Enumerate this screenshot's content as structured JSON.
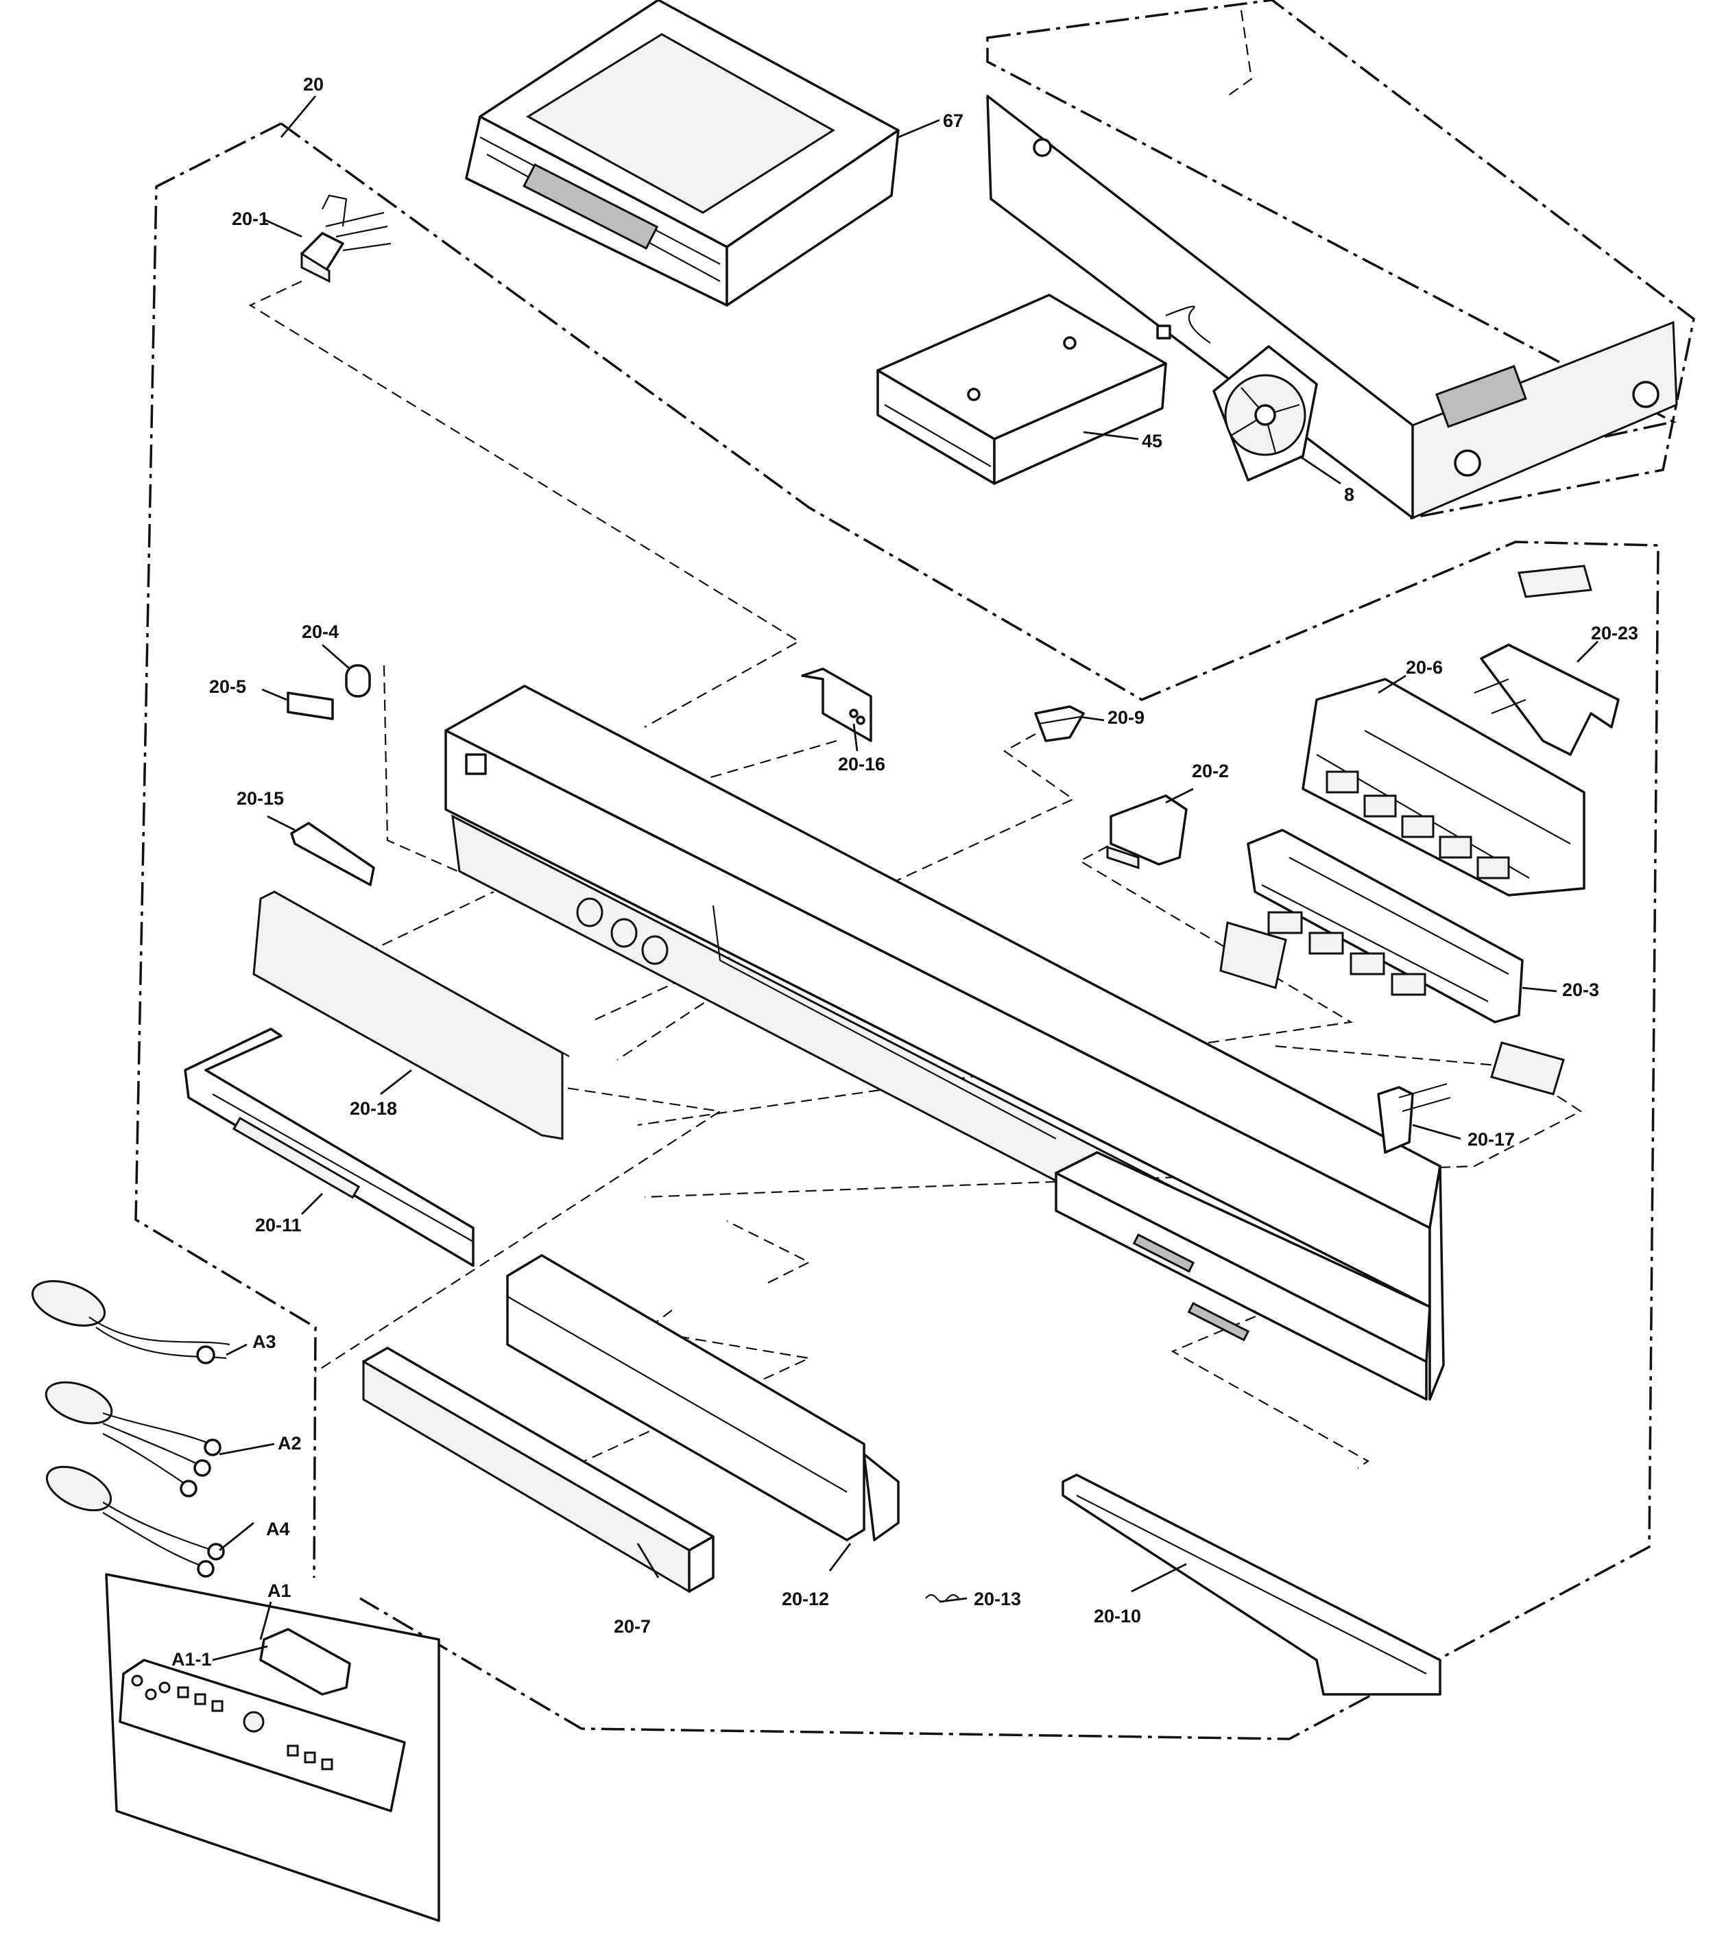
{
  "labels": {
    "l20": "20",
    "l67": "67",
    "l20_1": "20-1",
    "l45": "45",
    "l8": "8",
    "l20_4": "20-4",
    "l20_5": "20-5",
    "l20_16": "20-16",
    "l20_9": "20-9",
    "l20_23": "20-23",
    "l20_6": "20-6",
    "l20_2": "20-2",
    "l20_15": "20-15",
    "l20_3": "20-3",
    "l20_18": "20-18",
    "l20_17": "20-17",
    "l20_11": "20-11",
    "lA3": "A3",
    "lA2": "A2",
    "lA4": "A4",
    "lA1": "A1",
    "lA1_1": "A1-1",
    "l20_12": "20-12",
    "l20_13": "20-13",
    "l20_7": "20-7",
    "l20_10": "20-10"
  }
}
